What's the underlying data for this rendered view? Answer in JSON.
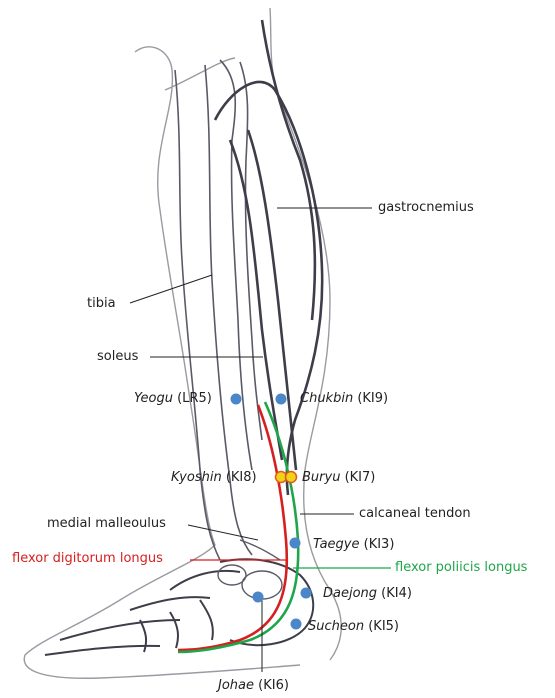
{
  "labels": {
    "gastrocnemius": "gastrocnemius",
    "tibia": "tibia",
    "soleus": "soleus",
    "medial_malleolus": "medial malleoulus",
    "calcaneal_tendon": "calcaneal tendon",
    "flexor_digitorum_longus": "flexor digitorum longus",
    "flexor_pollicis_longus": "flexor poliicis longus"
  },
  "points": {
    "yeogu": {
      "name": "Yeogu",
      "code": "(LR5)"
    },
    "chukbin": {
      "name": "Chukbin",
      "code": "(KI9)"
    },
    "kyoshin": {
      "name": "Kyoshin",
      "code": "(KI8)"
    },
    "buryu": {
      "name": "Buryu",
      "code": "(KI7)"
    },
    "taegye": {
      "name": "Taegye",
      "code": "(KI3)"
    },
    "daejong": {
      "name": "Daejong",
      "code": "(KI4)"
    },
    "sucheon": {
      "name": "Sucheon",
      "code": "(KI5)"
    },
    "johae": {
      "name": "Johae",
      "code": "(KI6)"
    }
  },
  "colors": {
    "outline": "#4a4a55",
    "point_blue": "#4a86c8",
    "point_yellow": "#f2d11a",
    "point_ring": "#e05a1a",
    "flexor_digitorum": "#d61f1f",
    "flexor_pollicis": "#1fa64a"
  }
}
